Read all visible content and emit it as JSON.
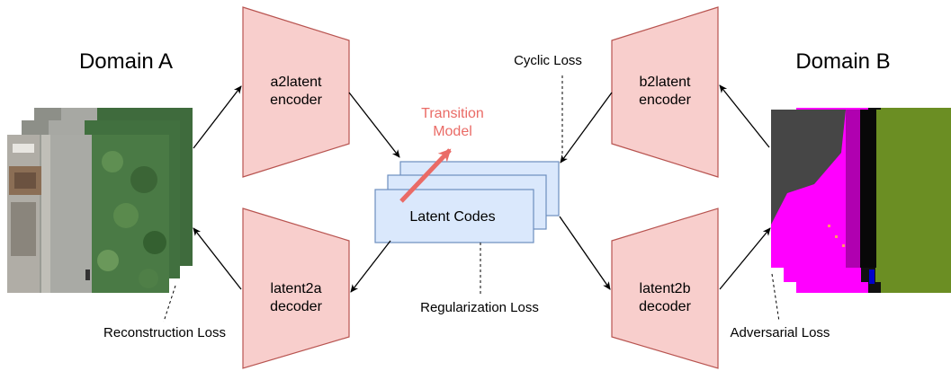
{
  "domains": {
    "a": "Domain A",
    "b": "Domain B"
  },
  "modules": {
    "a2latent": [
      "a2latent",
      "encoder"
    ],
    "latent2a": [
      "latent2a",
      "decoder"
    ],
    "b2latent": [
      "b2latent",
      "encoder"
    ],
    "latent2b": [
      "latent2b",
      "decoder"
    ]
  },
  "latent_codes": "Latent Codes",
  "transition_model": [
    "Transition",
    "Model"
  ],
  "losses": {
    "cyclic": "Cyclic Loss",
    "regularization": "Regularization Loss",
    "reconstruction": "Reconstruction Loss",
    "adversarial": "Adversarial Loss"
  },
  "colors": {
    "module_fill": "#f8cecc",
    "module_stroke": "#b85450",
    "latent_fill": "#dae8fc",
    "latent_stroke": "#6c8ebf",
    "transition": "#ea6b66",
    "arrow": "#000000"
  }
}
